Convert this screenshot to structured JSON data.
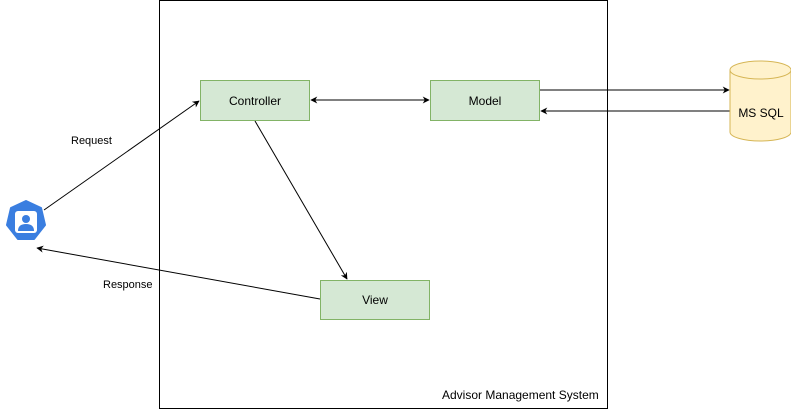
{
  "system": {
    "label": "Advisor Management System"
  },
  "nodes": {
    "controller": "Controller",
    "model": "Model",
    "view": "View",
    "database": "MS SQL"
  },
  "edges": {
    "request": "Request",
    "response": "Response"
  },
  "icons": {
    "user": "user-icon",
    "database": "database-icon"
  },
  "colors": {
    "node_fill": "#d5e8d4",
    "node_stroke": "#82b366",
    "db_fill": "#fff2cc",
    "db_stroke": "#d6b656",
    "user_icon": "#3a7ee0"
  }
}
